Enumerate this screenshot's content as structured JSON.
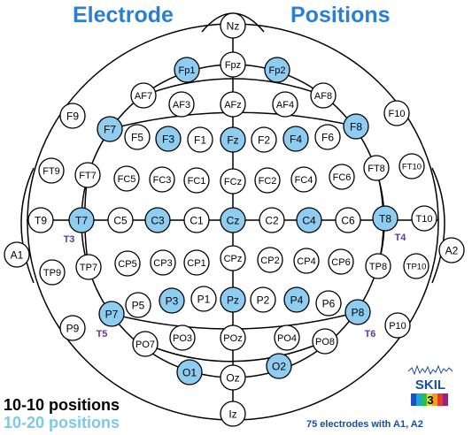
{
  "title": {
    "left": "Electrode",
    "right": "Positions"
  },
  "legend": {
    "ten_ten": "10-10 positions",
    "ten_twenty": "10-20 positions"
  },
  "footnote": "75 electrodes with A1, A2",
  "logo": {
    "text": "SKIL",
    "number": "3"
  },
  "colors": {
    "title": "#2b7fd0",
    "highlight": "#8ecdf0",
    "alt_label": "#5a3aa0",
    "legend_1020": "#7ec8e8"
  },
  "electrodes": [
    {
      "label": "Nz",
      "hl": false
    },
    {
      "label": "Fpz",
      "hl": false
    },
    {
      "label": "Fp1",
      "hl": true
    },
    {
      "label": "Fp2",
      "hl": true
    },
    {
      "label": "AF7",
      "hl": false
    },
    {
      "label": "AF3",
      "hl": false
    },
    {
      "label": "AFz",
      "hl": false
    },
    {
      "label": "AF4",
      "hl": false
    },
    {
      "label": "AF8",
      "hl": false
    },
    {
      "label": "F9",
      "hl": false
    },
    {
      "label": "F7",
      "hl": true
    },
    {
      "label": "F5",
      "hl": false
    },
    {
      "label": "F3",
      "hl": true
    },
    {
      "label": "F1",
      "hl": false
    },
    {
      "label": "Fz",
      "hl": true
    },
    {
      "label": "F2",
      "hl": false
    },
    {
      "label": "F4",
      "hl": true
    },
    {
      "label": "F6",
      "hl": false
    },
    {
      "label": "F8",
      "hl": true
    },
    {
      "label": "F10",
      "hl": false
    },
    {
      "label": "FT9",
      "hl": false
    },
    {
      "label": "FT7",
      "hl": false
    },
    {
      "label": "FC5",
      "hl": false
    },
    {
      "label": "FC3",
      "hl": false
    },
    {
      "label": "FC1",
      "hl": false
    },
    {
      "label": "FCz",
      "hl": false
    },
    {
      "label": "FC2",
      "hl": false
    },
    {
      "label": "FC4",
      "hl": false
    },
    {
      "label": "FC6",
      "hl": false
    },
    {
      "label": "FT8",
      "hl": false
    },
    {
      "label": "FT10",
      "hl": false
    },
    {
      "label": "A1",
      "hl": false
    },
    {
      "label": "T9",
      "hl": false
    },
    {
      "label": "T7",
      "hl": true
    },
    {
      "label": "C5",
      "hl": false
    },
    {
      "label": "C3",
      "hl": true
    },
    {
      "label": "C1",
      "hl": false
    },
    {
      "label": "Cz",
      "hl": true
    },
    {
      "label": "C2",
      "hl": false
    },
    {
      "label": "C4",
      "hl": true
    },
    {
      "label": "C6",
      "hl": false
    },
    {
      "label": "T8",
      "hl": true
    },
    {
      "label": "T10",
      "hl": false
    },
    {
      "label": "A2",
      "hl": false
    },
    {
      "label": "TP9",
      "hl": false
    },
    {
      "label": "TP7",
      "hl": false
    },
    {
      "label": "CP5",
      "hl": false
    },
    {
      "label": "CP3",
      "hl": false
    },
    {
      "label": "CP1",
      "hl": false
    },
    {
      "label": "CPz",
      "hl": false
    },
    {
      "label": "CP2",
      "hl": false
    },
    {
      "label": "CP4",
      "hl": false
    },
    {
      "label": "CP6",
      "hl": false
    },
    {
      "label": "TP8",
      "hl": false
    },
    {
      "label": "TP10",
      "hl": false
    },
    {
      "label": "P9",
      "hl": false
    },
    {
      "label": "P7",
      "hl": true
    },
    {
      "label": "P5",
      "hl": false
    },
    {
      "label": "P3",
      "hl": true
    },
    {
      "label": "P1",
      "hl": false
    },
    {
      "label": "Pz",
      "hl": true
    },
    {
      "label": "P2",
      "hl": false
    },
    {
      "label": "P4",
      "hl": true
    },
    {
      "label": "P6",
      "hl": false
    },
    {
      "label": "P8",
      "hl": true
    },
    {
      "label": "P10",
      "hl": false
    },
    {
      "label": "PO7",
      "hl": false
    },
    {
      "label": "PO3",
      "hl": false
    },
    {
      "label": "POz",
      "hl": false
    },
    {
      "label": "PO4",
      "hl": false
    },
    {
      "label": "PO8",
      "hl": false
    },
    {
      "label": "O1",
      "hl": true
    },
    {
      "label": "Oz",
      "hl": false
    },
    {
      "label": "O2",
      "hl": true
    },
    {
      "label": "Iz",
      "hl": false
    }
  ],
  "alt_labels": [
    "T3",
    "T4",
    "T5",
    "T6"
  ]
}
